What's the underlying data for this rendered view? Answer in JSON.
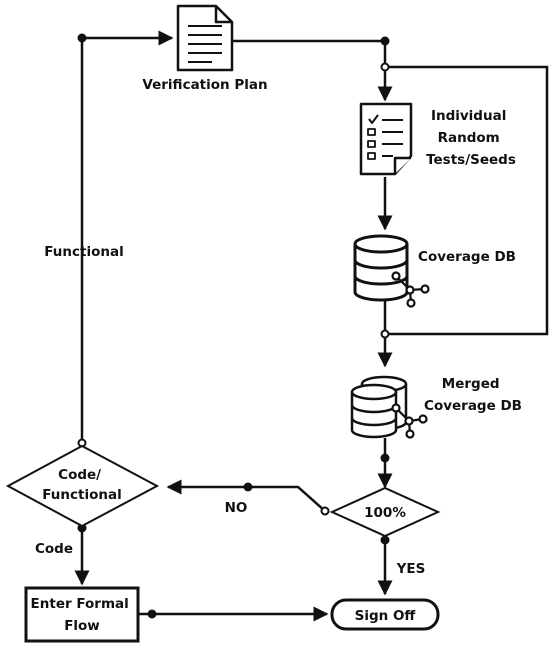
{
  "nodes": {
    "verification_plan": "Verification Plan",
    "tests_line1": "Individual",
    "tests_line2": "Random",
    "tests_line3": "Tests/Seeds",
    "coverage_db": "Coverage DB",
    "merged_line1": "Merged",
    "merged_line2": "Coverage DB",
    "decision_100": "100%",
    "code_functional_line1": "Code/",
    "code_functional_line2": "Functional",
    "enter_formal_line1": "Enter Formal",
    "enter_formal_line2": "Flow",
    "sign_off": "Sign Off"
  },
  "edges": {
    "functional": "Functional",
    "no": "NO",
    "yes": "YES",
    "code": "Code"
  },
  "colors": {
    "ink": "#111111",
    "background": "#ffffff"
  }
}
